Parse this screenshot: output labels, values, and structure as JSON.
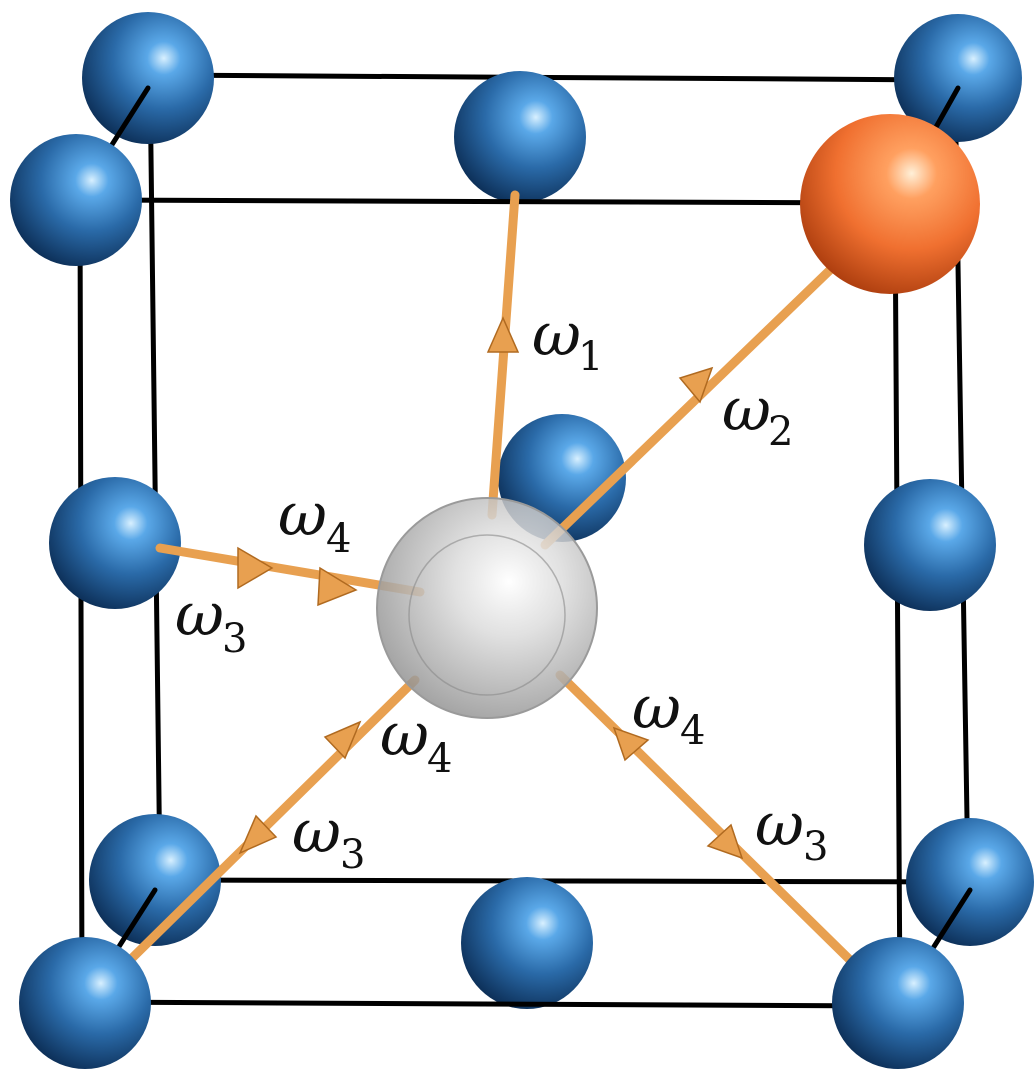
{
  "colors": {
    "blue_atom": "#2a6aa8",
    "orange_atom": "#f07030",
    "vacancy_atom": "#c8c8c8",
    "jump_arrow": "#e8a050",
    "cell_edge": "#000000"
  },
  "labels": {
    "w1": {
      "symbol": "ω",
      "subscript": "1"
    },
    "w2": {
      "symbol": "ω",
      "subscript": "2"
    },
    "w4_left": {
      "symbol": "ω",
      "subscript": "4"
    },
    "w3_left": {
      "symbol": "ω",
      "subscript": "3"
    },
    "w4_lower_left": {
      "symbol": "ω",
      "subscript": "4"
    },
    "w3_lower_left": {
      "symbol": "ω",
      "subscript": "3"
    },
    "w4_lower_right": {
      "symbol": "ω",
      "subscript": "4"
    },
    "w3_lower_right": {
      "symbol": "ω",
      "subscript": "3"
    }
  }
}
